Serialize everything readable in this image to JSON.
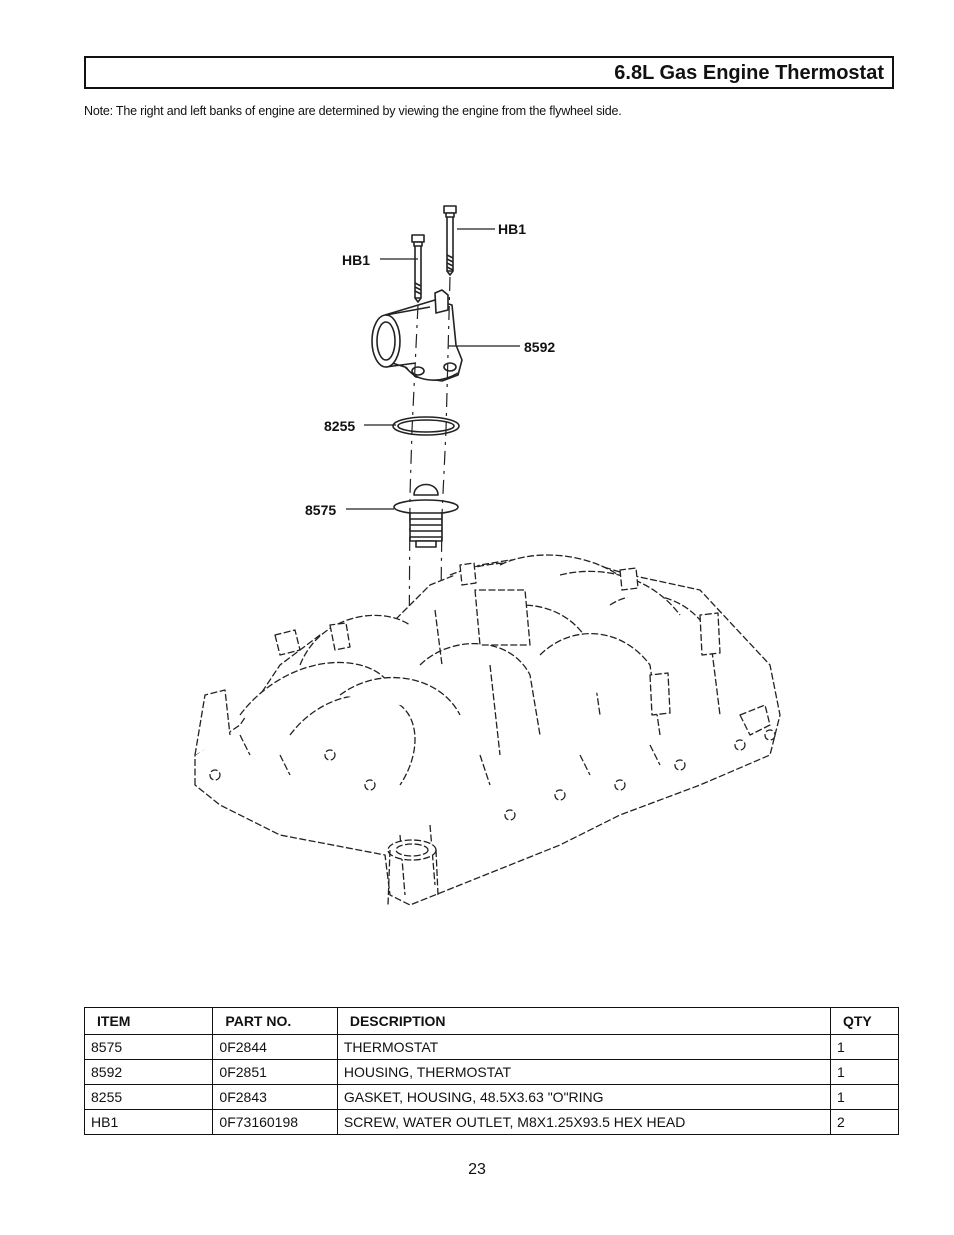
{
  "header": {
    "title": "6.8L Gas Engine Thermostat"
  },
  "note": "Note: The right and left banks of engine are determined by viewing the engine from the flywheel side.",
  "diagram": {
    "callouts": {
      "hb1_top": "HB1",
      "hb1_left": "HB1",
      "housing": "8592",
      "gasket": "8255",
      "thermostat": "8575"
    }
  },
  "table": {
    "headers": {
      "item": "ITEM",
      "part": "PART NO.",
      "desc": "DESCRIPTION",
      "qty": "QTY"
    },
    "rows": [
      {
        "item": "8575",
        "part": "0F2844",
        "desc": "THERMOSTAT",
        "qty": "1"
      },
      {
        "item": "8592",
        "part": "0F2851",
        "desc": "HOUSING, THERMOSTAT",
        "qty": "1"
      },
      {
        "item": "8255",
        "part": "0F2843",
        "desc": "GASKET, HOUSING, 48.5X3.63 \"O\"RING",
        "qty": "1"
      },
      {
        "item": "HB1",
        "part": "0F73160198",
        "desc": "SCREW, WATER OUTLET, M8X1.25X93.5 HEX HEAD",
        "qty": "2"
      }
    ]
  },
  "footer": {
    "page_number": "23"
  }
}
